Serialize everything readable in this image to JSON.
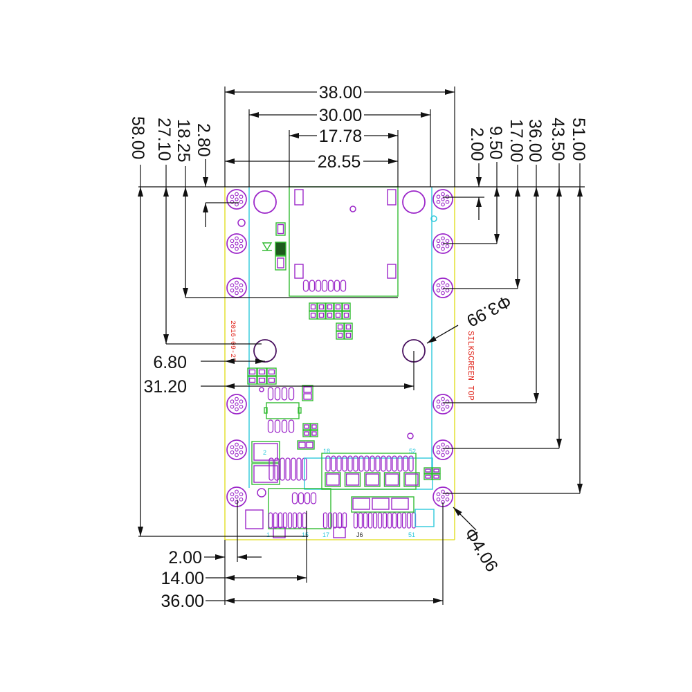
{
  "colors": {
    "board_outline": "#e5e33d",
    "pads": "#9c27c9",
    "parts": "#33bb33",
    "keepout": "#2ec9dc",
    "silkscreen": "#e0241b",
    "dimension": "#111111"
  },
  "dimensions": {
    "top": [
      "38.00",
      "30.00",
      "17.78",
      "28.55"
    ],
    "left": [
      "58.00",
      "27.10",
      "18.25",
      "2.80"
    ],
    "right": [
      "2.00",
      "9.50",
      "17.00",
      "36.00",
      "43.50",
      "51.00"
    ],
    "left_horizontal": [
      "6.80",
      "31.20"
    ],
    "bottom": [
      "2.00",
      "14.00",
      "36.00"
    ],
    "diameters": [
      "Φ3.99",
      "Φ4.06"
    ]
  },
  "silkscreen": {
    "date": "2016-09-27",
    "layer": "SILKSCREEN TOP",
    "labels": [
      "18",
      "52",
      "2",
      "1",
      "15",
      "17",
      "J6",
      "51"
    ]
  }
}
